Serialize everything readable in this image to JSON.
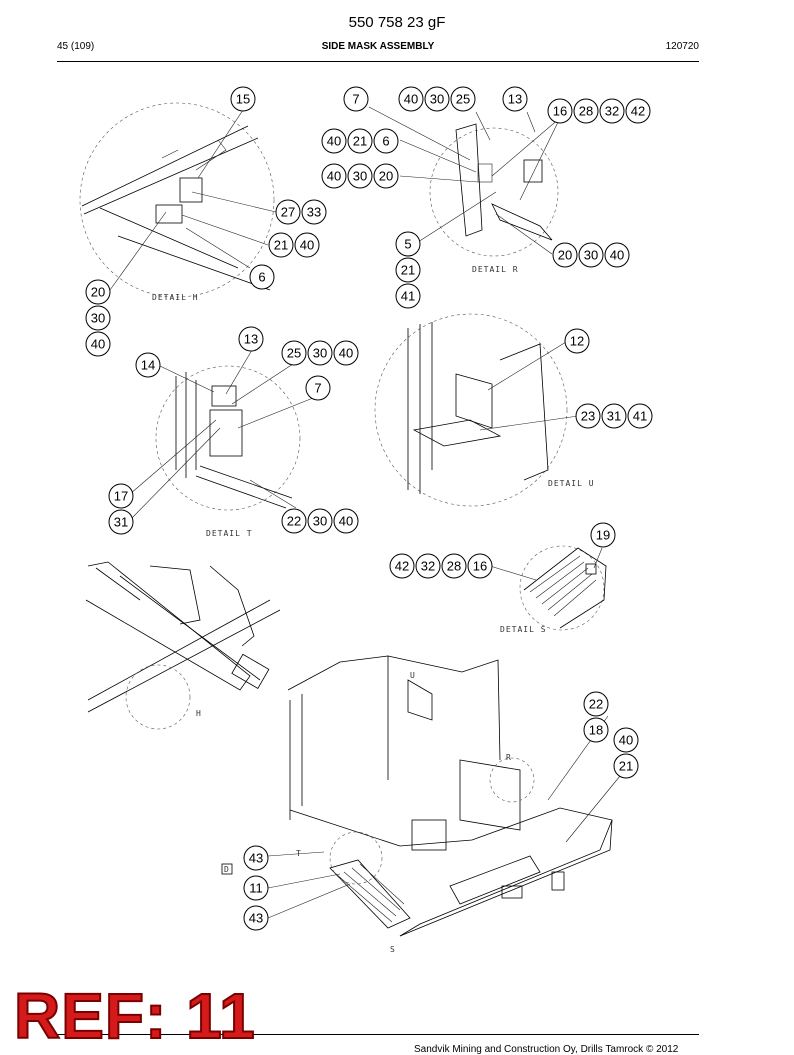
{
  "header": {
    "doc_number": "550 758 23 gF",
    "page": "45 (109)",
    "title": "SIDE MASK ASSEMBLY",
    "date_code": "120720"
  },
  "details": {
    "h": "DETAIL H",
    "r": "DETAIL R",
    "t": "DETAIL T",
    "u": "DETAIL U",
    "s": "DETAIL S",
    "view_h": "H",
    "view_u": "U",
    "view_r": "R",
    "view_t": "T",
    "view_s": "S",
    "view_d": "D"
  },
  "callouts": {
    "h": [
      "15",
      "27",
      "33",
      "21",
      "40",
      "6",
      "20",
      "30",
      "40"
    ],
    "r_top": [
      "7",
      "40",
      "30",
      "25",
      "13"
    ],
    "r_right": [
      "16",
      "28",
      "32",
      "42"
    ],
    "r_left1": [
      "40",
      "21",
      "6"
    ],
    "r_left2": [
      "40",
      "30",
      "20"
    ],
    "r_low": [
      "5",
      "21",
      "41"
    ],
    "r_bottom": [
      "20",
      "30",
      "40"
    ],
    "t": [
      "13",
      "14",
      "25",
      "30",
      "40",
      "7",
      "17",
      "31",
      "22",
      "30",
      "40"
    ],
    "u": [
      "12",
      "23",
      "31",
      "41"
    ],
    "s": [
      "19",
      "42",
      "32",
      "28",
      "16"
    ],
    "main": [
      "22",
      "18",
      "40",
      "21",
      "43",
      "11",
      "43"
    ]
  },
  "stamp": "REF: 11",
  "footer": "Sandvik Mining and Construction Oy, Drills Tamrock © 2012"
}
